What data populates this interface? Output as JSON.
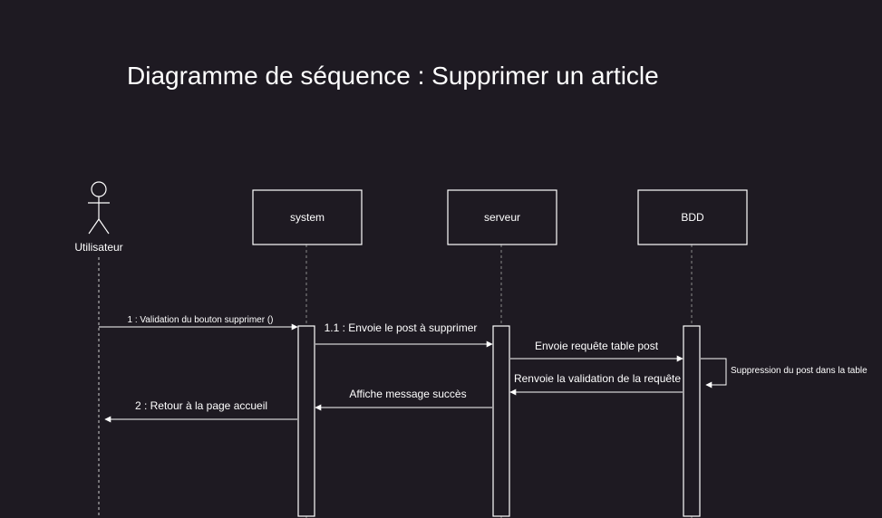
{
  "title": "Diagramme de séquence : Supprimer un article",
  "actor": {
    "label": "Utilisateur"
  },
  "participants": [
    {
      "id": "system",
      "label": "system"
    },
    {
      "id": "serveur",
      "label": "serveur"
    },
    {
      "id": "bdd",
      "label": "BDD"
    }
  ],
  "messages": [
    {
      "label": "1 : Validation du bouton supprimer ()",
      "from": "actor",
      "to": "system"
    },
    {
      "label": "1.1 : Envoie le post à supprimer",
      "from": "system",
      "to": "serveur"
    },
    {
      "label": "Envoie requête table post",
      "from": "serveur",
      "to": "bdd"
    },
    {
      "label": "Suppression du post dans la table",
      "from": "bdd",
      "to": "bdd"
    },
    {
      "label": "Renvoie la validation de la requête",
      "from": "bdd",
      "to": "serveur"
    },
    {
      "label": "Affiche message succès",
      "from": "serveur",
      "to": "system"
    },
    {
      "label": "2 : Retour à la page accueil",
      "from": "system",
      "to": "actor"
    }
  ],
  "colors": {
    "background": "#1e1a22",
    "stroke": "#ffffff",
    "lifeline": "#8a8a8a"
  }
}
